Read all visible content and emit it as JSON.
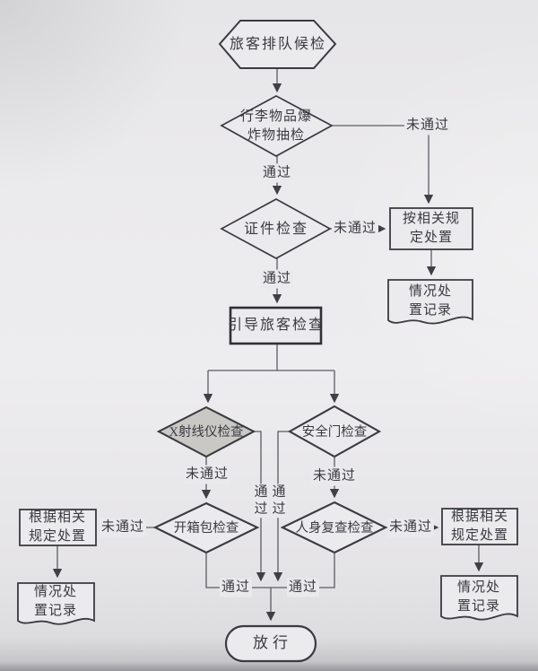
{
  "flowchart": {
    "nodes": {
      "start": "旅客排队候检",
      "explosive_sampling": "行李物品爆\n炸物抽检",
      "id_check": "证件检查",
      "handle_per_regulations": "按相关规\n定处置",
      "record_top_right": "情况处\n置记录",
      "guide_passenger": "引导旅客检查",
      "xray_check": "X射线仪检查",
      "security_gate_check": "安全门检查",
      "open_bag_check": "开箱包检查",
      "body_recheck": "人身复查检查",
      "handle_left": "根据相关\n规定处置",
      "record_left": "情况处\n置记录",
      "handle_right": "根据相关\n规定处置",
      "record_right": "情况处\n置记录",
      "release": "放行"
    },
    "labels": {
      "pass": "通过",
      "fail": "未通过",
      "pass_vertical": "通\n过"
    },
    "colors": {
      "line": "#5c5c62",
      "shape_border": "#3a3a40",
      "gray_diamond_fill": "#c9c8c5",
      "paper": "#eae9eb",
      "text": "#3a3a42"
    }
  }
}
